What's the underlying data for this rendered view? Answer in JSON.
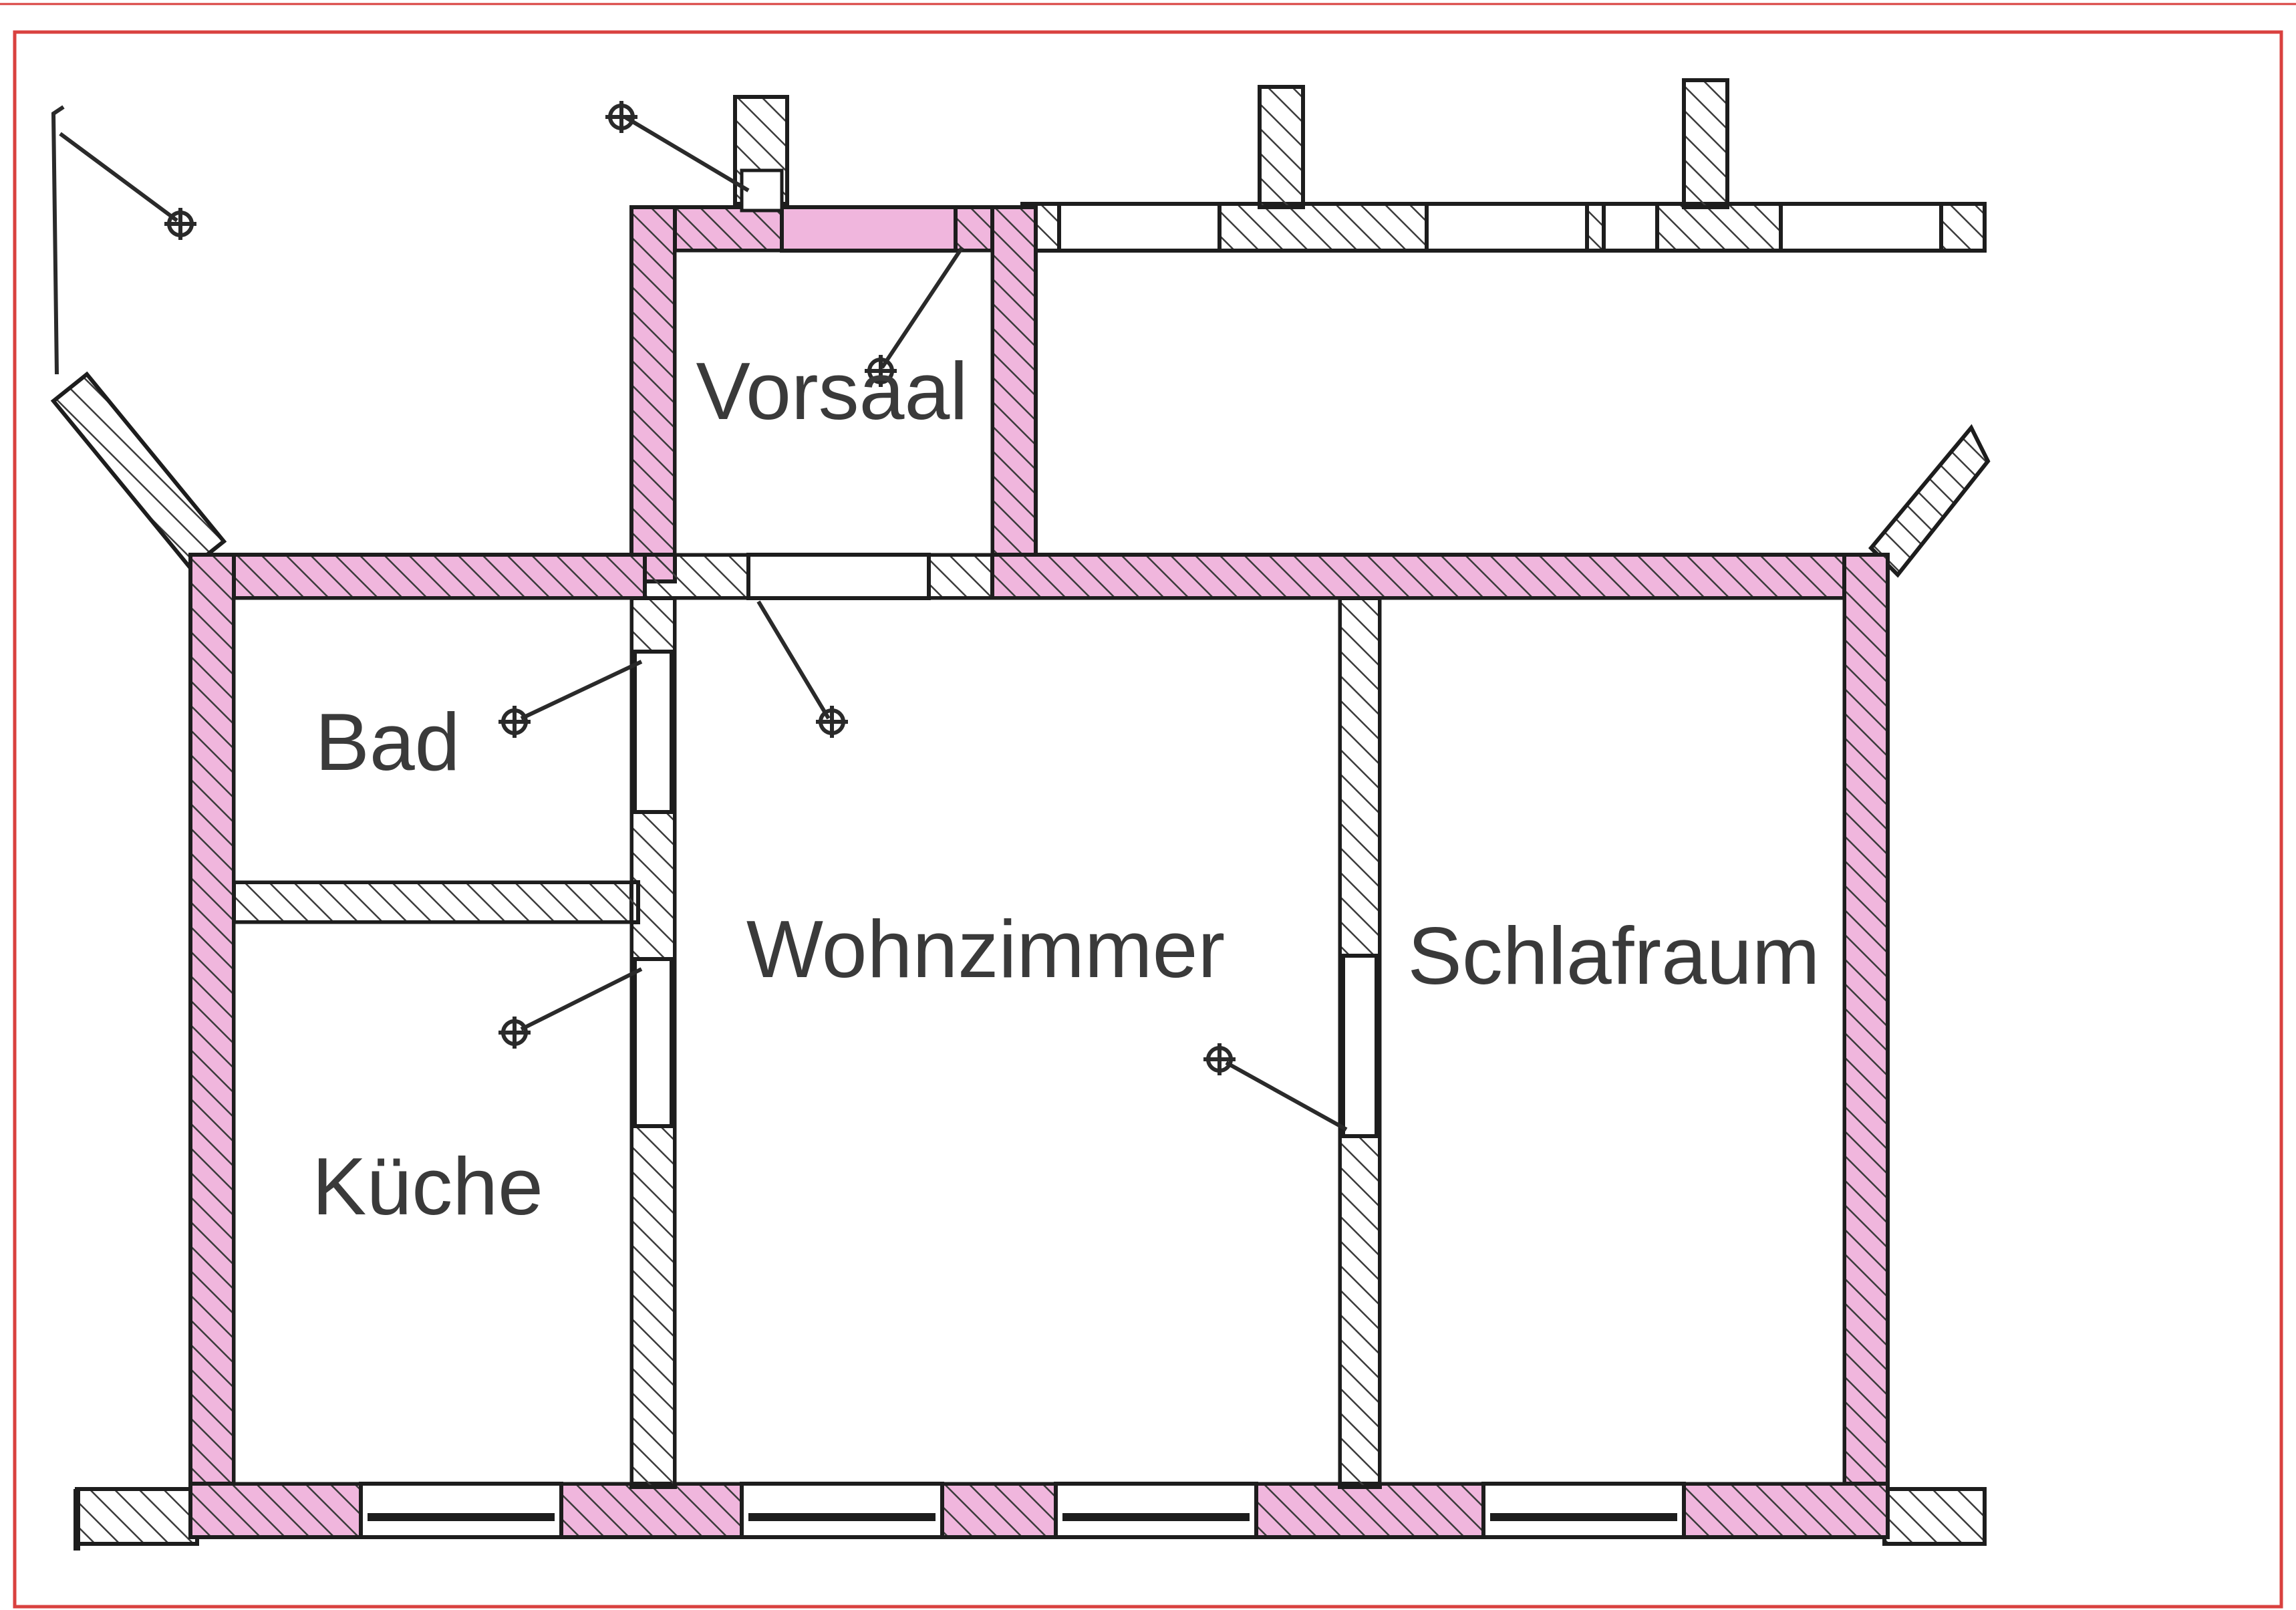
{
  "plan": {
    "rooms": [
      {
        "id": "vorsaal",
        "label": "Vorsaal"
      },
      {
        "id": "bad",
        "label": "Bad"
      },
      {
        "id": "wohnzimmer",
        "label": "Wohnzimmer"
      },
      {
        "id": "schlafraum",
        "label": "Schlafraum"
      },
      {
        "id": "kueche",
        "label": "Küche"
      }
    ],
    "colors": {
      "frame_red": "#d9413f",
      "wall_pink": "#f0b6dd",
      "hatch": "#3b3b3b",
      "outline": "#1d1d1d"
    }
  }
}
